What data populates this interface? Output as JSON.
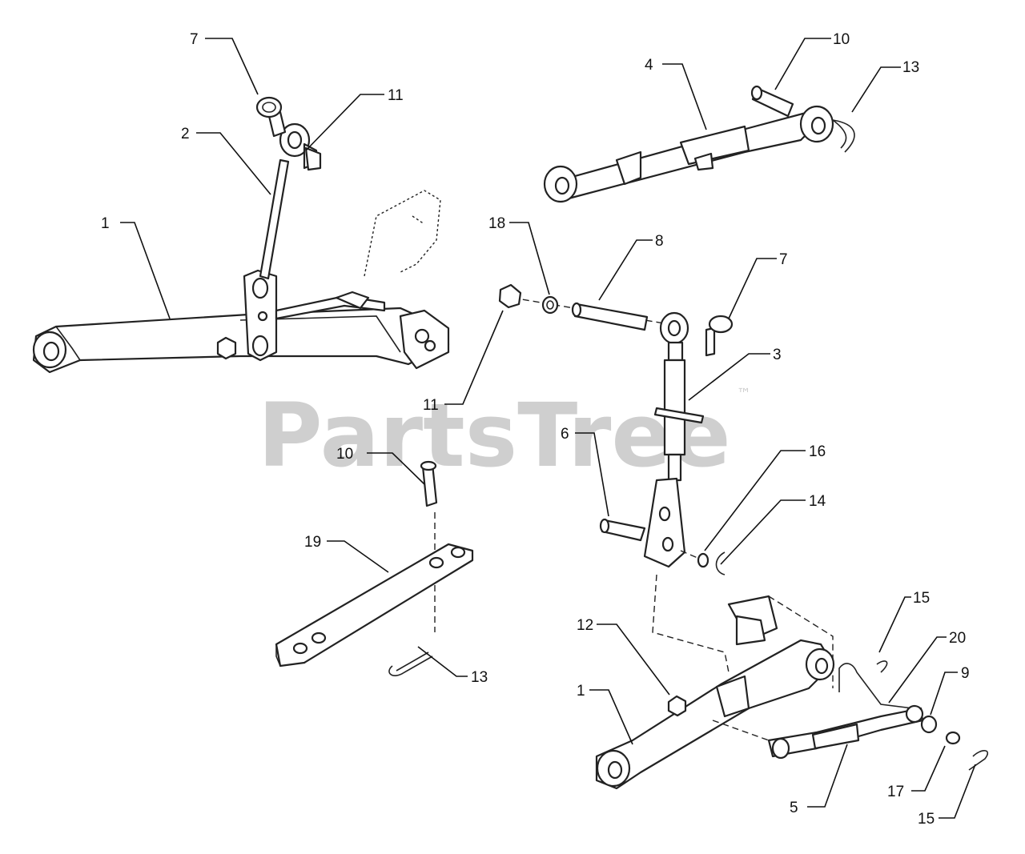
{
  "watermark": {
    "brand": "PartsTree",
    "mark": "™"
  },
  "callouts": {
    "c1a": "1",
    "c2": "2",
    "c7a": "7",
    "c11a": "11",
    "c4": "4",
    "c10a": "10",
    "c13a": "13",
    "c18": "18",
    "c8": "8",
    "c7b": "7",
    "c3": "3",
    "c11b": "11",
    "c6": "6",
    "c16": "16",
    "c14": "14",
    "c10b": "10",
    "c19": "19",
    "c13b": "13",
    "c12": "12",
    "c15a": "15",
    "c20": "20",
    "c9": "9",
    "c1b": "1",
    "c5": "5",
    "c17": "17",
    "c15b": "15"
  }
}
